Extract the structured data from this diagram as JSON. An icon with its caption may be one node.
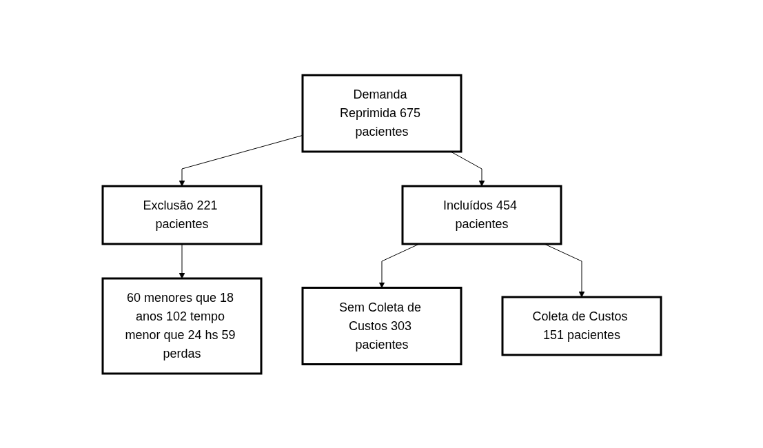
{
  "diagram": {
    "nodes": [
      {
        "text": [
          "Demanda Reprimida 675 pacientes"
        ]
      },
      {
        "text": [
          "Exclusão 221 pacientes"
        ]
      },
      {
        "text": [
          "60 menores que 18 anos 102 tempo menor que 24 hs 59 perdas"
        ]
      },
      {
        "text": [
          "Incluídos 454 pacientes"
        ]
      },
      {
        "text": [
          "Sem Coleta de Custos 303 pacientes"
        ]
      },
      {
        "text": [
          "Coleta de Custos 151 pacientes"
        ]
      }
    ],
    "edges": [
      {
        "from": 0,
        "to": 1,
        "arrow": "to"
      },
      {
        "from": 1,
        "to": 2,
        "arrow": "to"
      },
      {
        "from": 0,
        "to": 3,
        "arrow": "to"
      },
      {
        "from": 3,
        "to": 4,
        "arrow": "to"
      },
      {
        "from": 3,
        "to": 5,
        "arrow": "to"
      }
    ]
  }
}
